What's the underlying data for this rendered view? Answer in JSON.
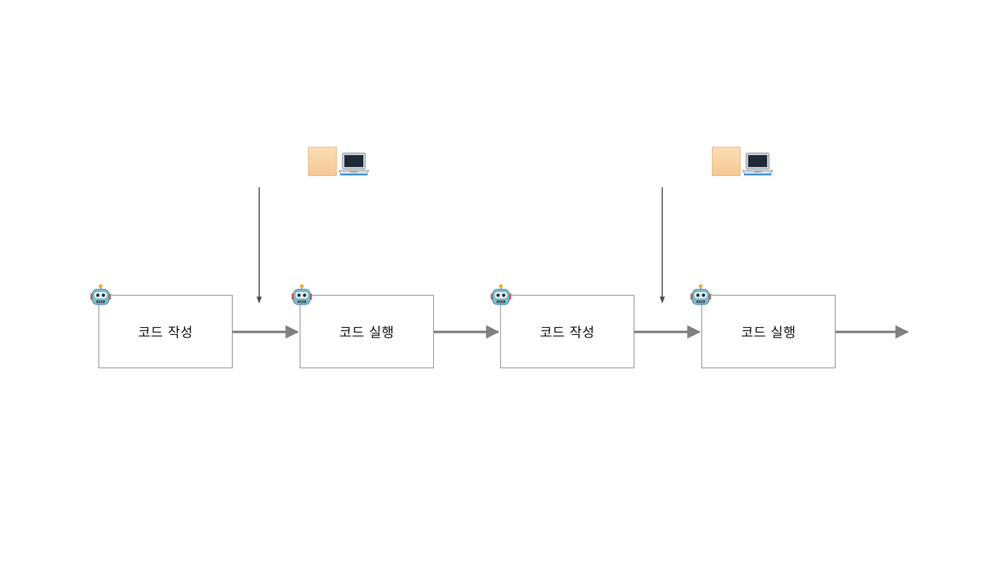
{
  "steps": [
    {
      "label": "코드 작성",
      "actor_icon": "robot-icon"
    },
    {
      "label": "코드 실행",
      "actor_icon": "robot-icon"
    },
    {
      "label": "코드 작성",
      "actor_icon": "robot-icon"
    },
    {
      "label": "코드 실행",
      "actor_icon": "robot-icon"
    }
  ],
  "human_inputs": [
    {
      "icons": [
        "user-avatar",
        "laptop-icon"
      ]
    },
    {
      "icons": [
        "user-avatar",
        "laptop-icon"
      ]
    }
  ],
  "colors": {
    "box_border": "#8c8c8c",
    "flow_arrow": "#808080",
    "input_arrow": "#4d4d4d",
    "user_skin": "#f8d3a6"
  }
}
